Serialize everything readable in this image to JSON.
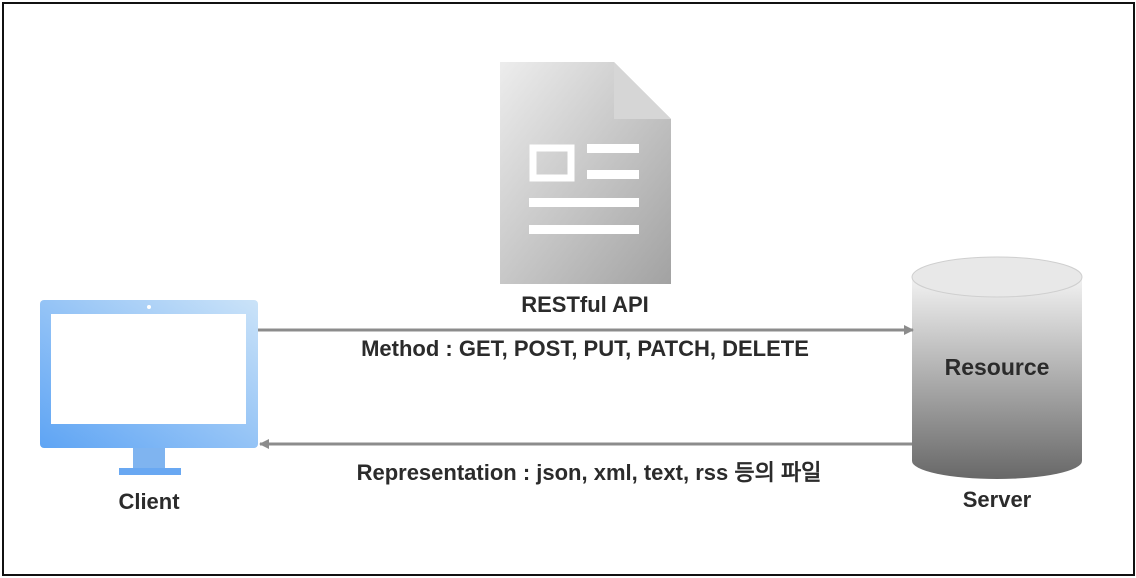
{
  "document": {
    "label": "RESTful API"
  },
  "request": {
    "label": "Method : GET, POST, PUT, PATCH, DELETE"
  },
  "response": {
    "label": "Representation : json, xml, text, rss 등의 파일"
  },
  "client": {
    "label": "Client"
  },
  "server": {
    "label": "Server",
    "db_label": "Resource"
  },
  "colors": {
    "monitor_gradient": [
      "#5ea4f4",
      "#cbe3f8"
    ],
    "arrow": "#8c8c8c",
    "document_gradient": [
      "#ededed",
      "#a2a2a2"
    ],
    "cylinder_gradient": [
      "#f2f2f2",
      "#686868"
    ]
  }
}
